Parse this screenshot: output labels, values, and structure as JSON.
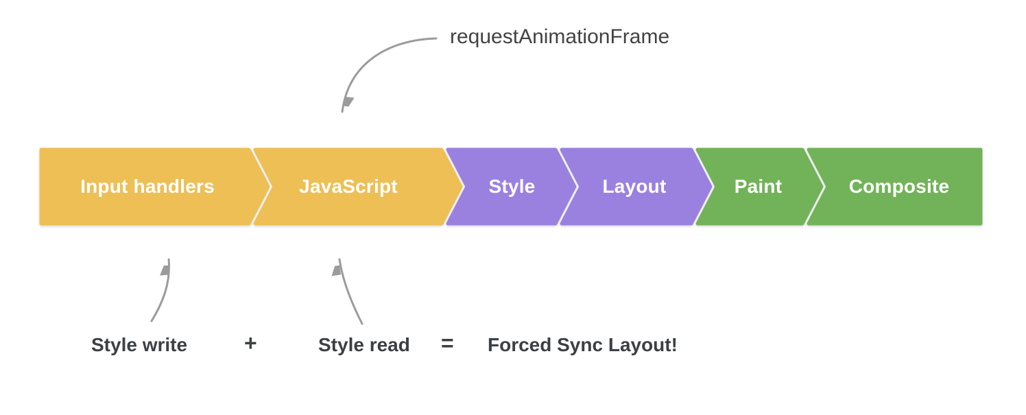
{
  "diagram": {
    "raf_annotation": "requestAnimationFrame",
    "stages": [
      {
        "label": "Input handlers",
        "color": "#EDBF55"
      },
      {
        "label": "JavaScript",
        "color": "#EDBF55"
      },
      {
        "label": "Style",
        "color": "#9A81E0"
      },
      {
        "label": "Layout",
        "color": "#9A81E0"
      },
      {
        "label": "Paint",
        "color": "#72B359"
      },
      {
        "label": "Composite",
        "color": "#72B359"
      }
    ],
    "equation": {
      "term1": "Style write",
      "plus": "+",
      "term2": "Style read",
      "equals": "=",
      "result": "Forced Sync Layout!"
    },
    "colors": {
      "stage_text": "#FFFFFF",
      "annotation_text": "#424242",
      "arrow": "#9B9B9B"
    }
  }
}
